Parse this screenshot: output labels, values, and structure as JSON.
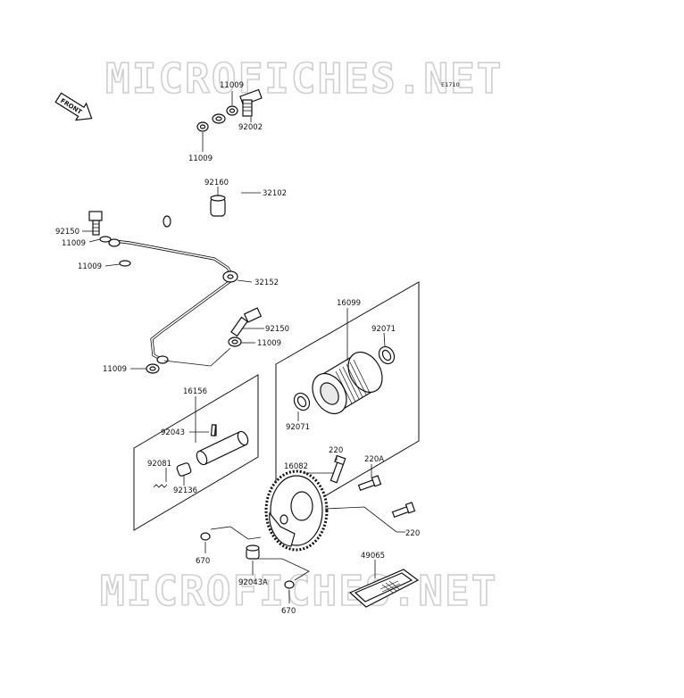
{
  "watermark": {
    "top": "MICROFICHES.NET",
    "bottom": "MICROFICHES.NET"
  },
  "diagram_ref": "E1710",
  "front_label": "FRONT",
  "part_labels": {
    "p_11009_a": "11009",
    "p_92002": "92002",
    "p_11009_b": "11009",
    "p_92160": "92160",
    "p_32102": "32102",
    "p_92150_a": "92150",
    "p_11009_c": "11009",
    "p_11009_d": "11009",
    "p_32152": "32152",
    "p_92150_b": "92150",
    "p_11009_e": "11009",
    "p_11009_f": "11009",
    "p_16099": "16099",
    "p_92071_a": "92071",
    "p_92071_b": "92071",
    "p_16156": "16156",
    "p_92043": "92043",
    "p_92081": "92081",
    "p_92136": "92136",
    "p_220_a": "220",
    "p_220a": "220A",
    "p_16082": "16082",
    "p_220_b": "220",
    "p_670_a": "670",
    "p_92043a": "92043A",
    "p_49065": "49065",
    "p_670_b": "670"
  }
}
